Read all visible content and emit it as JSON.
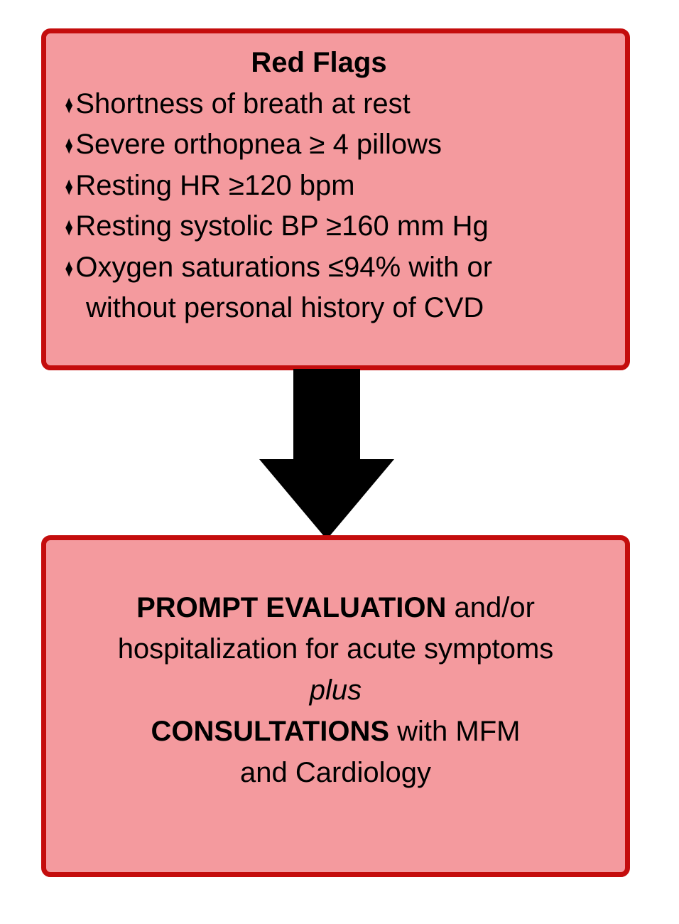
{
  "colors": {
    "box_fill": "#F49A9E",
    "box_border": "#C40D0D",
    "arrow": "#000000",
    "text": "#000000",
    "background": "#FFFFFF"
  },
  "icons": {
    "bullet": "♦",
    "down_arrow": "solid-black-down-arrow"
  },
  "top_box": {
    "title": "Red Flags",
    "bullets": [
      {
        "text": "Shortness of breath at rest"
      },
      {
        "text": "Severe orthopnea ≥ 4 pillows"
      },
      {
        "text": "Resting HR ≥120 bpm"
      },
      {
        "text": "Resting systolic BP ≥160 mm Hg"
      },
      {
        "text": "Oxygen saturations ≤94% with or",
        "wrap": "without personal history of CVD"
      }
    ]
  },
  "bottom_box": {
    "line1_bold": "PROMPT EVALUATION",
    "line1_rest": "and/or",
    "line2": "hospitalization for acute symptoms",
    "line3_italic": "plus",
    "line4_bold": "CONSULTATIONS",
    "line4_rest": "with MFM",
    "line5": "and Cardiology"
  }
}
